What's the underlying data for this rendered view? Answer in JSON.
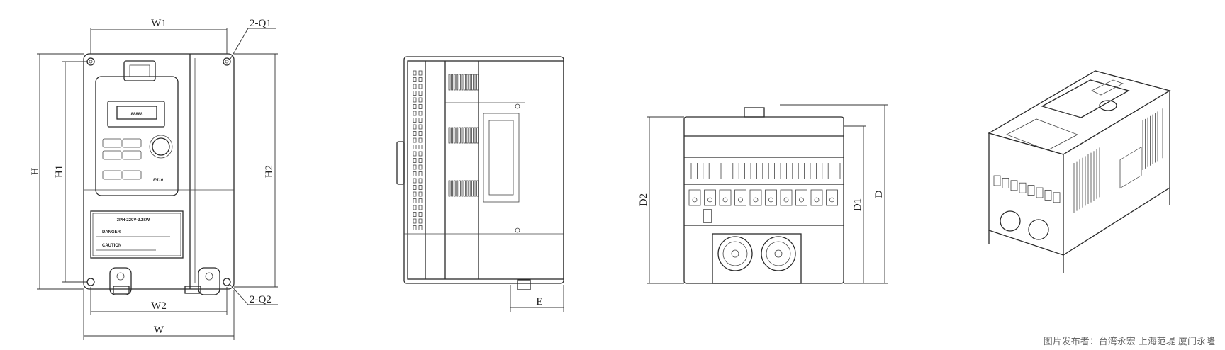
{
  "dimensions": {
    "w1": "W1",
    "q1": "2-Q1",
    "h": "H",
    "h1": "H1",
    "h2": "H2",
    "w2": "W2",
    "w": "W",
    "q2": "2-Q2",
    "e": "E",
    "d2": "D2",
    "d1": "D1",
    "d": "D"
  },
  "front_view": {
    "rating_label": "3PH-220V-2.2kW",
    "danger_title": "DANGER",
    "caution_title": "CAUTION",
    "model_logo": "E510",
    "display_digits": "88888"
  },
  "credit": "图片发布者：台湾永宏 上海范堤 厦门永隆"
}
